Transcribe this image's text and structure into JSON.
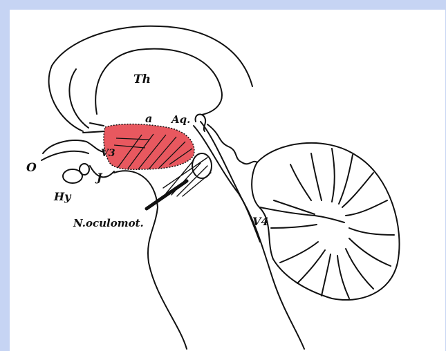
{
  "colors": {
    "background": "#c6d4f3",
    "panel": "#ffffff",
    "ink": "#111111",
    "highlight": "#e8585f"
  },
  "labels": {
    "th": "Th",
    "a": "a",
    "aq": "Aq.",
    "v3": "V3",
    "o": "O",
    "j": "J",
    "hy": "Hy",
    "n_oculomot": "N.oculomot.",
    "v4": "V4"
  }
}
